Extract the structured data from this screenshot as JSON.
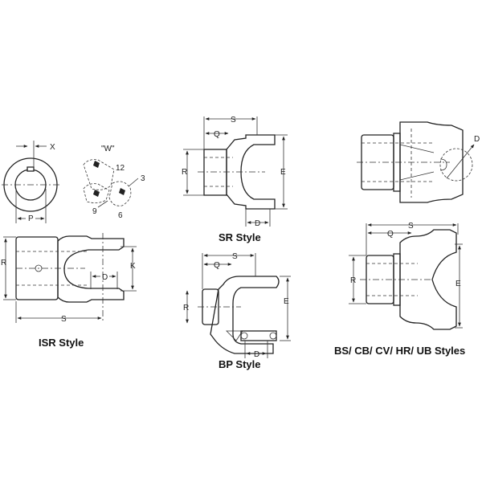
{
  "diagrams": {
    "isr": {
      "title": "ISR Style",
      "end_view": {
        "x_label": "X",
        "p_label": "P"
      },
      "phase_view": {
        "label": "\"W\"",
        "positions": [
          "12",
          "3",
          "6",
          "9"
        ]
      },
      "dims": {
        "r": "R",
        "k": "K",
        "d": "D",
        "s": "S"
      }
    },
    "sr": {
      "title": "SR Style",
      "dims": {
        "s": "S",
        "q": "Q",
        "r": "R",
        "e": "E",
        "d": "D"
      }
    },
    "bp": {
      "title": "BP Style",
      "dims": {
        "s": "S",
        "q": "Q",
        "r": "R",
        "e": "E",
        "d": "D"
      }
    },
    "bs": {
      "title": "BS/ CB/ CV/ HR/ UB Styles",
      "top_view": {
        "d_label": "D"
      },
      "dims": {
        "s": "S",
        "q": "Q",
        "r": "R",
        "e": "E"
      }
    }
  }
}
